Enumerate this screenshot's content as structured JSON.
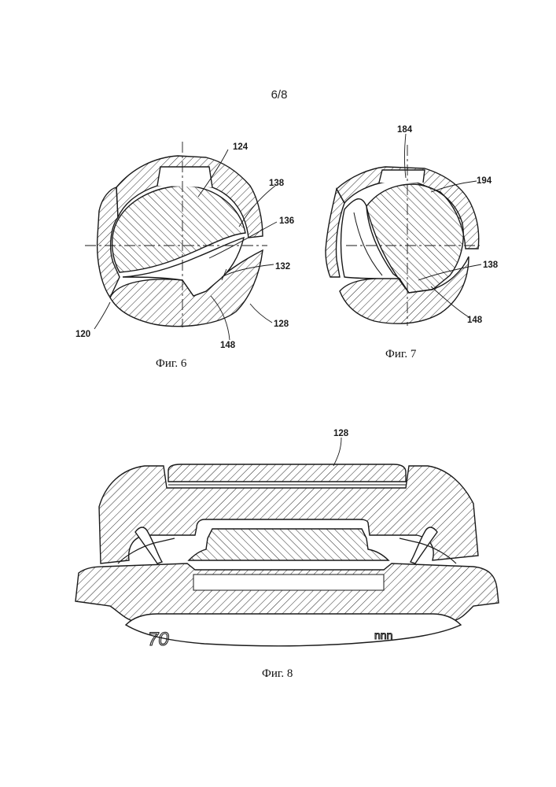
{
  "sheet": {
    "number": "6/8"
  },
  "figures": [
    {
      "caption": "Фиг. 6",
      "reference_numerals": [
        "124",
        "138",
        "136",
        "132",
        "120",
        "148",
        "128"
      ]
    },
    {
      "caption": "Фиг. 7",
      "reference_numerals": [
        "184",
        "194",
        "138",
        "148"
      ]
    },
    {
      "caption": "Фиг. 8",
      "reference_numerals": [
        "128"
      ],
      "partial_markings": [
        "70",
        "nnn"
      ]
    }
  ]
}
